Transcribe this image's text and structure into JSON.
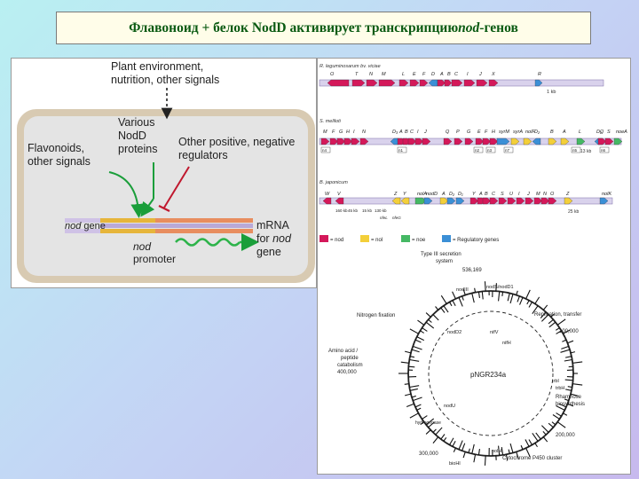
{
  "title": {
    "prefix": "Флавоноид + белок NodD активирует транскрипцию ",
    "italic": "nod",
    "suffix": "-генов"
  },
  "left_diagram": {
    "plant_env": [
      "Plant environment,",
      "nutrition, other signals"
    ],
    "various": [
      "Various",
      "NodD",
      "proteins"
    ],
    "flavonoids": [
      "Flavonoids,",
      "other signals"
    ],
    "other_reg": [
      "Other positive, negative",
      "regulators"
    ],
    "nod_gene_italic": "nod",
    "nod_gene_rest": " gene",
    "nod_promoter_italic": "nod",
    "promoter_word": "promoter",
    "mrna": [
      "mRNA",
      "for ",
      "nod",
      "gene"
    ]
  },
  "right_diagram": {
    "r_leg_label": "R. leguminosarum bv. viciae",
    "r_leg_genes": [
      "O",
      "T",
      "N",
      "M",
      "L",
      "E",
      "F",
      "D",
      "A",
      "B",
      "C",
      "I",
      "J",
      "X",
      "R"
    ],
    "r_leg_scale": "1 kb",
    "s_mel_label": "S. meliloti",
    "s_mel_genes": [
      "M",
      "F",
      "G",
      "H",
      "I",
      "N",
      "D₃",
      "A",
      "B",
      "C",
      "I",
      "J",
      "Q",
      "P",
      "G",
      "E",
      "F",
      "H",
      "syrM",
      "syrA",
      "nolF",
      "D₂",
      "B",
      "A",
      "L",
      "D₁",
      "Q",
      "S",
      "noeA"
    ],
    "s_mel_boxes": [
      "n4",
      "n1",
      "n2",
      "n3",
      "n7",
      "n5",
      "n6"
    ],
    "s_mel_scale": "13 kb",
    "b_jap_label": "B. japonicum",
    "b_jap_genes": [
      "W",
      "V",
      "Z",
      "Y",
      "nolA",
      "nodD",
      "A",
      "D₂",
      "D₁",
      "Y",
      "A",
      "B",
      "C",
      "S",
      "U",
      "I",
      "J",
      "M",
      "N",
      "O",
      "Z",
      "nolK"
    ],
    "b_jap_sub": [
      "160 kb",
      "45 kb",
      "15 kb",
      "130 kb",
      "nfeL",
      "nfeG"
    ],
    "b_jap_scale": "25 kb",
    "legend": [
      "= nod",
      "= nol",
      "= noe",
      "= Regulatory genes"
    ],
    "plasmid_center": "pNGR234a",
    "plasmid_labels": [
      "Type III secretion",
      "system",
      "536,169",
      "nodIII",
      "nodS/nodD1",
      "Replication, transfer",
      "100,000",
      "Nitrogen fixation",
      "nodD2",
      "nifV",
      "nifH",
      "Amino acid /",
      "peptide",
      "catabolism",
      "400,000",
      "nodU",
      "trbI",
      "trbH",
      "200,000",
      "nolH",
      "Cytochrome P450 cluster",
      "300,000",
      "bioHI",
      "Rhamnose",
      "biosynthesis",
      "hydrogenase"
    ],
    "colors": {
      "nod": "#d4185a",
      "nol": "#f3cf3a",
      "noe": "#45b864",
      "regulatory": "#3b8fd6"
    }
  },
  "colors": {
    "title_text": "#0a5a12",
    "title_bg": "#fffde9",
    "cell_wall": "#d8cab2",
    "cell_inner": "#e4e4e4"
  }
}
